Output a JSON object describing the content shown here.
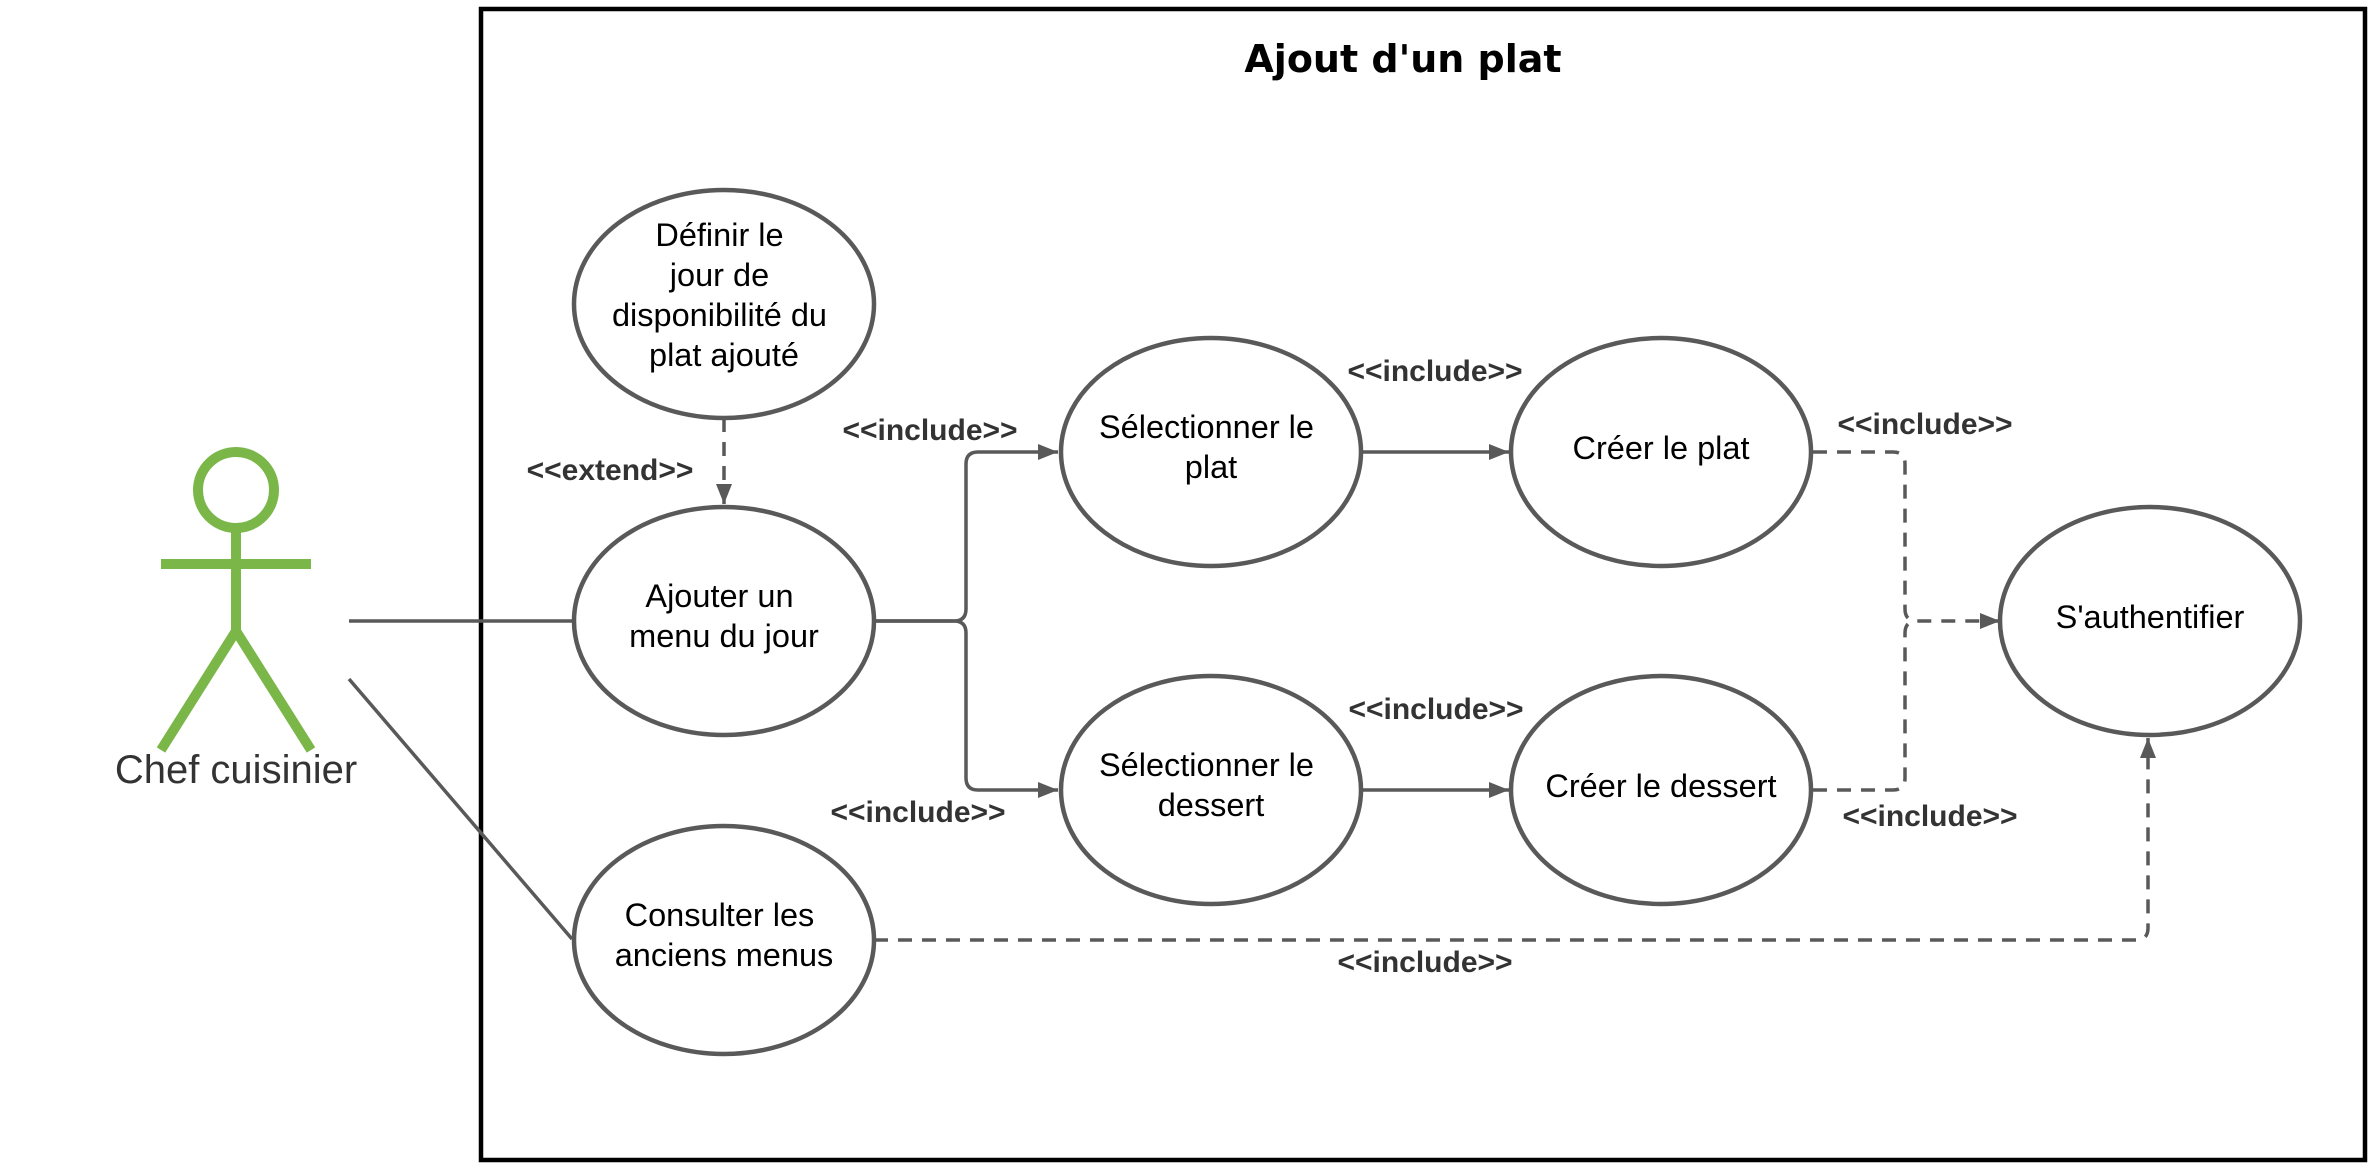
{
  "system": {
    "title": "Ajout d'un plat"
  },
  "actor": {
    "name": "Chef cuisinier",
    "color": "#7ab648"
  },
  "use_cases": {
    "definir_jour": [
      "Définir le",
      "jour de",
      "disponibilité du",
      "plat ajouté"
    ],
    "ajouter_menu": [
      "Ajouter un",
      "menu du jour"
    ],
    "consulter_menus": [
      "Consulter les",
      "anciens menus"
    ],
    "selectionner_plat": [
      "Sélectionner le",
      "plat"
    ],
    "selectionner_dessert": [
      "Sélectionner le",
      "dessert"
    ],
    "creer_plat": [
      "Créer le plat"
    ],
    "creer_dessert": [
      "Créer le dessert"
    ],
    "authentifier": [
      "S'authentifier"
    ]
  },
  "relations": {
    "extend_label": "<<extend>>",
    "include_select_plat": "<<include>>",
    "include_select_dessert": "<<include>>",
    "include_creer_plat": "<<include>>",
    "include_creer_dessert": "<<include>>",
    "include_auth_plat": "<<include>>",
    "include_auth_dessert": "<<include>>",
    "include_auth_consulter": "<<include>>"
  },
  "colors": {
    "line": "#595959",
    "border": "#000000",
    "actor": "#7ab648"
  }
}
